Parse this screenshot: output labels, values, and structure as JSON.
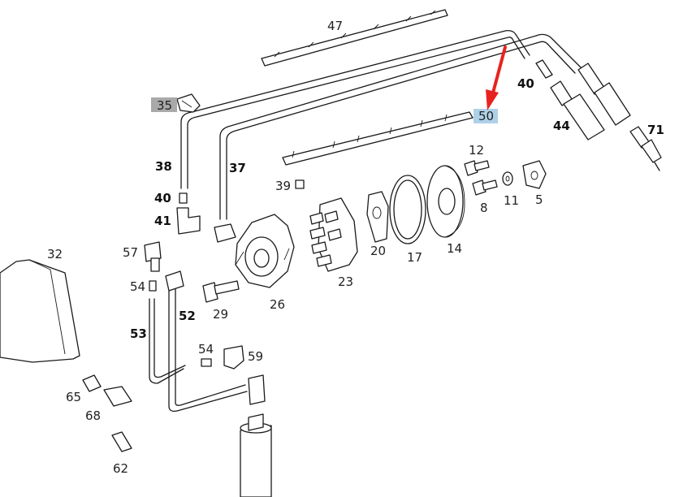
{
  "highlight_color": "#aed1e8",
  "dim_color": "#a9a9a9",
  "arrow_color": "#e8231f",
  "callouts": {
    "p47": "47",
    "p35": "35",
    "p50": "50",
    "p40a": "40",
    "p44": "44",
    "p71": "71",
    "p38": "38",
    "p37": "37",
    "p40b": "40",
    "p41": "41",
    "p39": "39",
    "p12": "12",
    "p8": "8",
    "p11": "11",
    "p5": "5",
    "p20": "20",
    "p17": "17",
    "p14": "14",
    "p23": "23",
    "p26": "26",
    "p29": "29",
    "p32": "32",
    "p57": "57",
    "p54a": "54",
    "p52": "52",
    "p53": "53",
    "p54b": "54",
    "p59": "59",
    "p65": "65",
    "p68": "68",
    "p62": "62"
  }
}
